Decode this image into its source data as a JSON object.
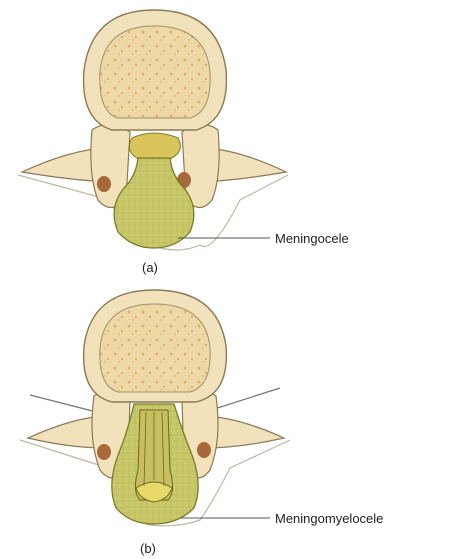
{
  "figure": {
    "panel_a": {
      "caption": "(a)",
      "callout_label": "Meningocele"
    },
    "panel_b": {
      "caption": "(b)",
      "callout_label": "Meningomyelocele"
    }
  },
  "colors": {
    "bone": "#f2e2bc",
    "bone_outline": "#8a7a55",
    "vertebral_body_inner": "#eed9a6",
    "marrow_speckle": "#d8893c",
    "sac_fill": "#c9c86a",
    "sac_outline": "#7d7b2a",
    "nerve_root": "#a7683a",
    "skin_line": "#bfb8a6",
    "leader_line": "#555555"
  }
}
